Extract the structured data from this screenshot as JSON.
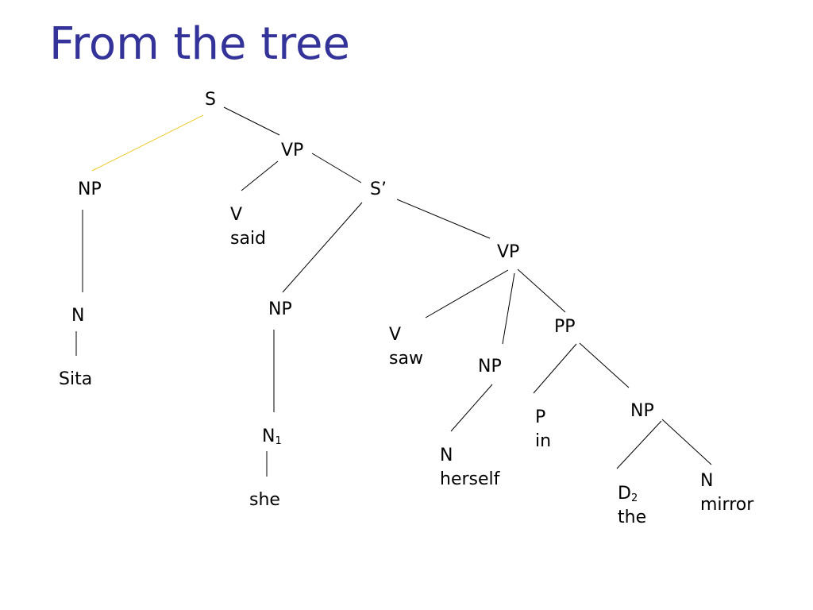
{
  "slide": {
    "title": "From the tree"
  },
  "colors": {
    "title": "#333399",
    "edge": "#000000",
    "highlighted_edge": "#f2c51b"
  },
  "tree": {
    "nodes": {
      "s_root": "S",
      "vp_main": "VP",
      "np_subject": "NP",
      "v_said_cat": "V",
      "v_said_word": "said",
      "n_sita_cat": "N",
      "n_sita_word": "Sita",
      "s_prime": "S’",
      "vp_embedded": "VP",
      "np_embedded_subject": "NP",
      "n_she_cat": "N",
      "n_she_index": "1",
      "n_she_word": "she",
      "v_saw_cat": "V",
      "v_saw_word": "saw",
      "np_object": "NP",
      "n_herself_cat": "N",
      "n_herself_word": "herself",
      "pp": "PP",
      "p_in_cat": "P",
      "p_in_word": "in",
      "np_pp_object": "NP",
      "d_the_cat": "D",
      "d_the_index": "2",
      "d_the_word": "the",
      "n_mirror_cat": "N",
      "n_mirror_word": "mirror"
    },
    "highlighted_edges": [
      "s_root-np_subject"
    ]
  }
}
